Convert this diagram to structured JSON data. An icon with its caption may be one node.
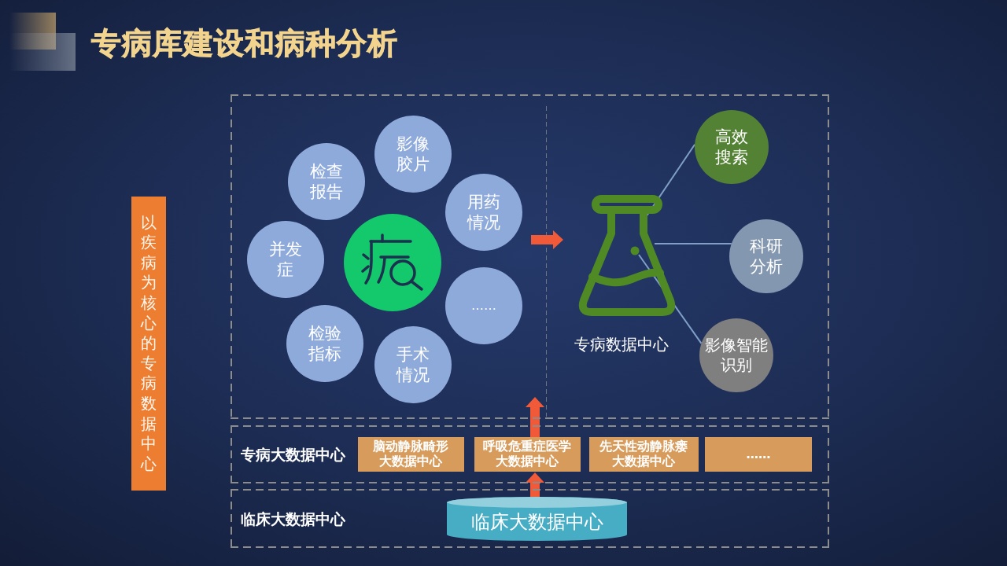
{
  "diagram": {
    "title": "专病库建设和病种分析",
    "nodes": [
      {
        "text": [
          "以疾病为核心的专病数据中心"
        ]
      },
      {
        "text": [],
        "shape": "box"
      },
      {
        "text": [
          "影像胶片"
        ],
        "in": 1
      },
      {
        "text": [
          "检查报告"
        ],
        "in": 1
      },
      {
        "text": [
          "用药情况"
        ],
        "in": 1
      },
      {
        "text": [
          "并发症"
        ],
        "in": 1
      },
      {
        "text": [],
        "shape": "circle",
        "in": 1
      },
      {
        "text": [
          "……"
        ],
        "in": 1
      },
      {
        "text": [
          "检验指标"
        ],
        "in": 1
      },
      {
        "text": [
          "手术情况"
        ],
        "in": 1
      },
      {
        "text": [
          "专病数据中心"
        ],
        "in": 1
      },
      {
        "text": [
          "高效搜索"
        ],
        "in": 1
      },
      {
        "text": [
          "科研分析"
        ],
        "in": 1
      },
      {
        "text": [
          "影像智能识别"
        ],
        "in": 1
      },
      {
        "text": [
          "专病大数据中心"
        ]
      },
      {
        "text": [
          "脑动静脉畸形大数据中心"
        ],
        "in": 14
      },
      {
        "text": [
          "呼吸危重症医学大数据中心"
        ],
        "in": 14
      },
      {
        "text": [
          "先天性动静脉瘘大数据中心"
        ],
        "in": 14
      },
      {
        "text": [
          "……"
        ],
        "in": 14
      },
      {
        "text": [
          "临床大数据中心"
        ]
      },
      {
        "text": [
          "临床大数据中心"
        ],
        "in": 19
      }
    ],
    "edges": [
      {
        "from": null,
        "to": 10,
        "arrow": "to",
        "style": "thick",
        "color": "#f15a38"
      },
      {
        "from": 16,
        "to": 1,
        "arrow": "to",
        "style": "thick",
        "color": "#f15a38"
      },
      {
        "from": 20,
        "to": 16,
        "arrow": "to",
        "style": "thick",
        "color": "#f15a38"
      },
      {
        "from": 10,
        "to": 11,
        "arrow": "none"
      },
      {
        "from": 10,
        "to": 12,
        "arrow": "none"
      },
      {
        "from": 10,
        "to": 13,
        "arrow": "none"
      }
    ]
  }
}
